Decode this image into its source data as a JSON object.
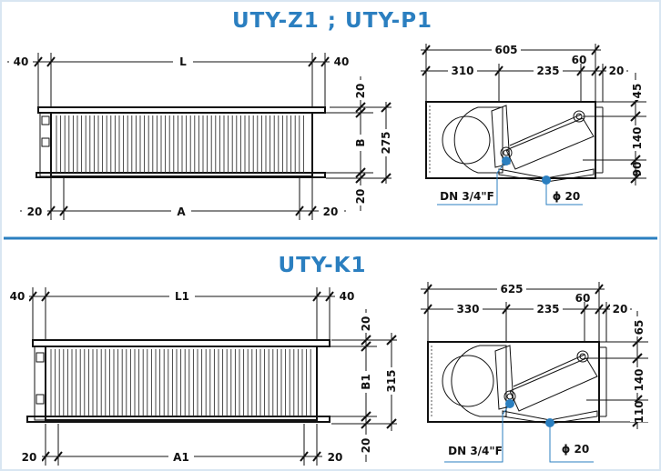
{
  "colors": {
    "accent": "#2b7fc0",
    "line": "#111111",
    "background": "#ffffff"
  },
  "top": {
    "title": "UTY-Z1 ; UTY-P1",
    "front": {
      "left_offset": "40",
      "length": "L",
      "right_offset": "40",
      "bottom_left": "20",
      "bottom_length": "A",
      "bottom_right": "20",
      "v_top": "20",
      "v_mid": "B",
      "v_bottom": "20",
      "v_total": "275"
    },
    "side": {
      "total": "605",
      "seg1": "310",
      "seg2": "235",
      "seg3": "60",
      "seg4": "20",
      "r1": "45",
      "r2": "140",
      "r3": "90",
      "connection": "DN 3/4\"F",
      "drain": "ϕ 20"
    }
  },
  "bottom": {
    "title": "UTY-K1",
    "front": {
      "left_offset": "40",
      "length": "L1",
      "right_offset": "40",
      "bottom_left": "20",
      "bottom_length": "A1",
      "bottom_right": "20",
      "v_top": "20",
      "v_mid": "B1",
      "v_bottom": "20",
      "v_total": "315"
    },
    "side": {
      "total": "625",
      "seg1": "330",
      "seg2": "235",
      "seg3": "60",
      "seg4": "20",
      "r1": "65",
      "r2": "140",
      "r3": "110",
      "connection": "DN 3/4\"F",
      "drain": "ϕ 20"
    }
  }
}
